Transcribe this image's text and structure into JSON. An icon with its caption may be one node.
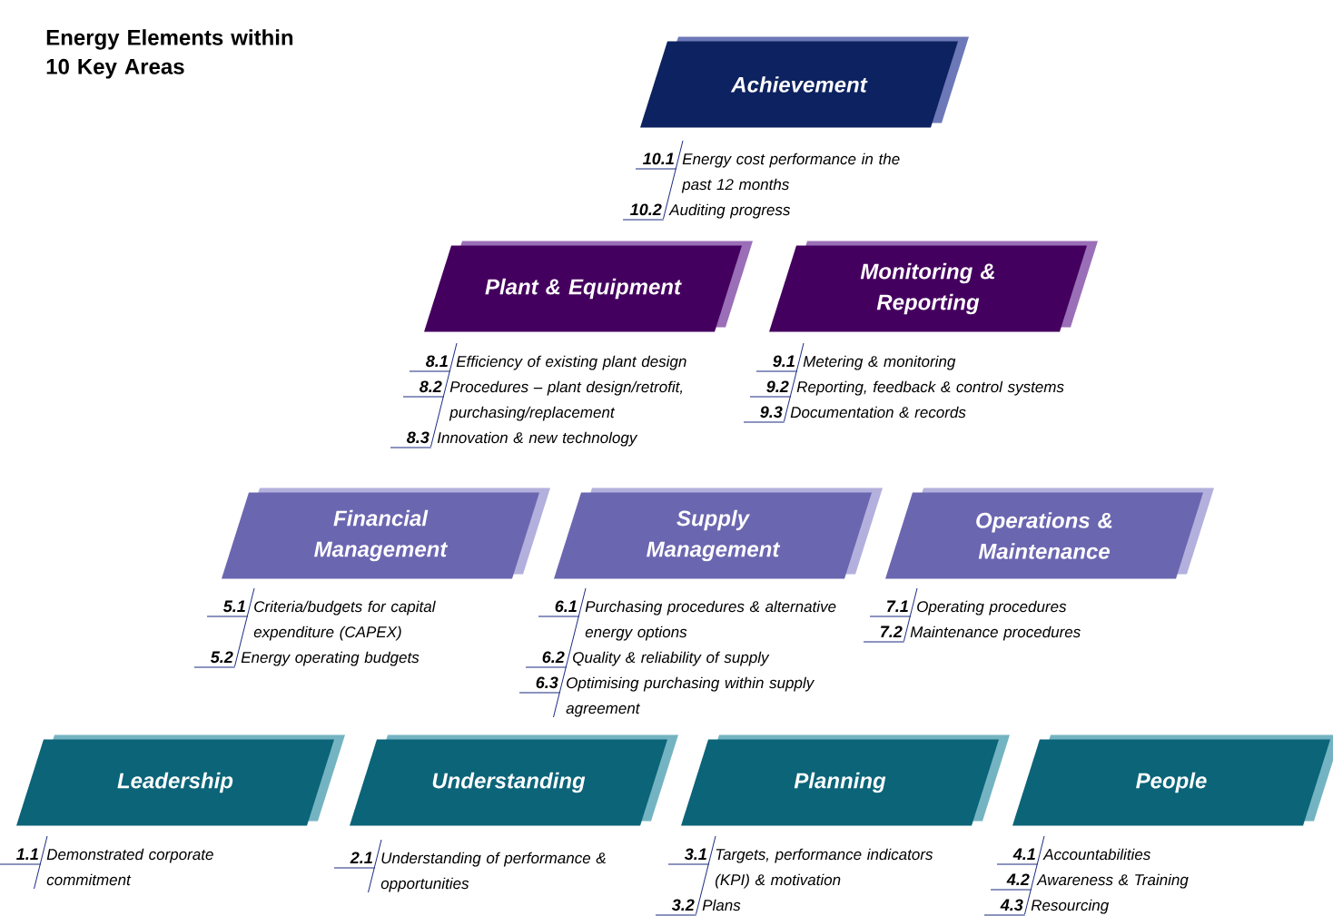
{
  "diagram": {
    "title": "Energy Elements within 10 Key Areas",
    "nodes": [
      {
        "text": [
          "Achievement"
        ],
        "beside": [
          "10.1",
          "Energy cost performance in the past 12 months",
          "10.2",
          "Auditing progress"
        ]
      },
      {
        "text": [
          "Plant & Equipment"
        ],
        "beside": [
          "8.1",
          "Efficiency of existing plant design",
          "8.2",
          "Procedures – plant design/retrofit, purchasing/replacement",
          "8.3",
          "Innovation & new technology"
        ]
      },
      {
        "text": [
          "Monitoring & Reporting"
        ],
        "beside": [
          "9.1",
          "Metering & monitoring",
          "9.2",
          "Reporting, feedback & control systems",
          "9.3",
          "Documentation & records"
        ]
      },
      {
        "text": [
          "Financial Management"
        ],
        "beside": [
          "5.1",
          "Criteria/budgets for capital expenditure (CAPEX)",
          "5.2",
          "Energy operating budgets"
        ]
      },
      {
        "text": [
          "Supply Management"
        ],
        "beside": [
          "6.1",
          "Purchasing procedures & alternative energy options",
          "6.2",
          "Quality & reliability of supply",
          "6.3",
          "Optimising purchasing within supply agreement"
        ]
      },
      {
        "text": [
          "Operations & Maintenance"
        ],
        "beside": [
          "7.1",
          "Operating procedures",
          "7.2",
          "Maintenance procedures"
        ]
      },
      {
        "text": [
          "Leadership"
        ],
        "beside": [
          "1.1",
          "Demonstrated corporate commitment"
        ]
      },
      {
        "text": [
          "Understanding"
        ],
        "beside": [
          "2.1",
          "Understanding of performance & opportunities"
        ]
      },
      {
        "text": [
          "Planning"
        ],
        "beside": [
          "3.1",
          "Targets, performance indicators (KPI) & motivation",
          "3.2",
          "Plans"
        ]
      },
      {
        "text": [
          "People"
        ],
        "beside": [
          "4.1",
          "Accountabilities",
          "4.2",
          "Awareness & Training",
          "4.3",
          "Resourcing"
        ]
      }
    ]
  }
}
